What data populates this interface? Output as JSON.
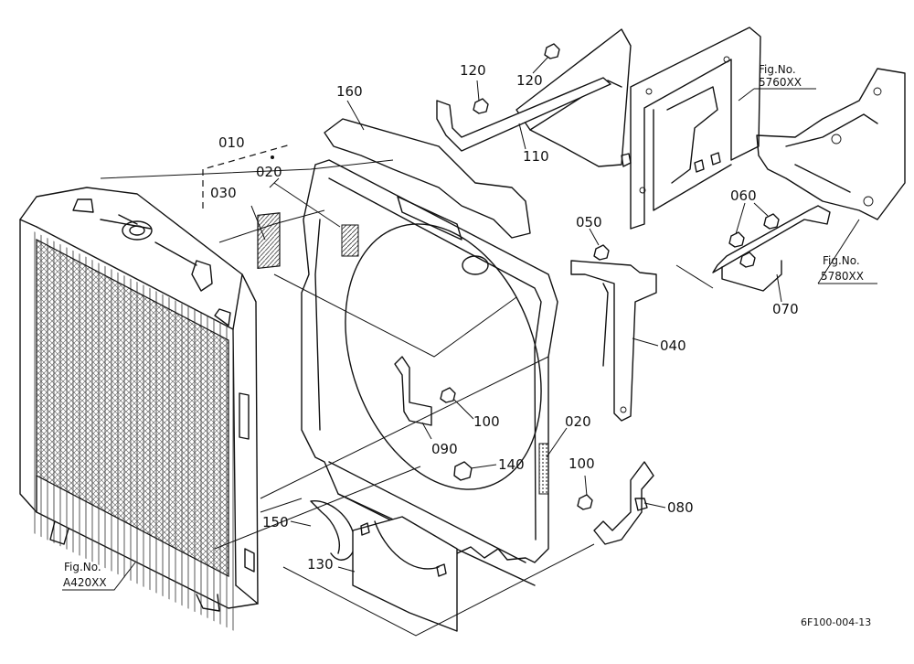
{
  "part_labels": {
    "p010": "010",
    "p020a": "020",
    "p020b": "020",
    "p030": "030",
    "p040": "040",
    "p050": "050",
    "p060": "060",
    "p070": "070",
    "p080": "080",
    "p090": "090",
    "p100a": "100",
    "p100b": "100",
    "p110": "110",
    "p120a": "120",
    "p120b": "120",
    "p130": "130",
    "p140": "140",
    "p150": "150",
    "p160": "160"
  },
  "figure_refs": {
    "ref1_line1": "Fig.No.",
    "ref1_line2": "5760XX",
    "ref2_line1": "Fig.No.",
    "ref2_line2": "5780XX",
    "ref3_line1": "Fig.No.",
    "ref3_line2": "A420XX"
  },
  "drawing_code": "6F100-004-13"
}
